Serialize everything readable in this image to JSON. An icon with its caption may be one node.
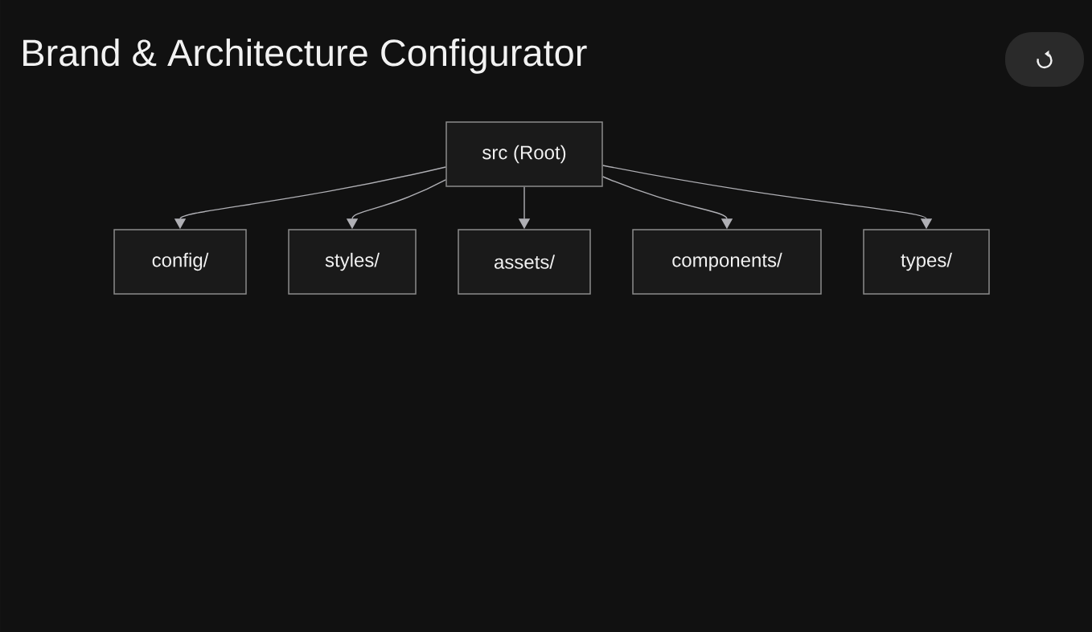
{
  "diagram": {
    "title": "Brand & Architecture Configurator",
    "nodes": [
      {
        "text": [
          "src (Root)"
        ]
      },
      {
        "text": [
          "config/"
        ]
      },
      {
        "text": [
          "styles/"
        ]
      },
      {
        "text": [
          "assets/"
        ]
      },
      {
        "text": [
          "components/"
        ]
      },
      {
        "text": [
          "types/"
        ]
      }
    ],
    "edges": [
      {
        "from": 0,
        "to": 1,
        "arrow": "to"
      },
      {
        "from": 0,
        "to": 2,
        "arrow": "to"
      },
      {
        "from": 0,
        "to": 3,
        "arrow": "to"
      },
      {
        "from": 0,
        "to": 4,
        "arrow": "to"
      },
      {
        "from": 0,
        "to": 5,
        "arrow": "to"
      }
    ]
  }
}
